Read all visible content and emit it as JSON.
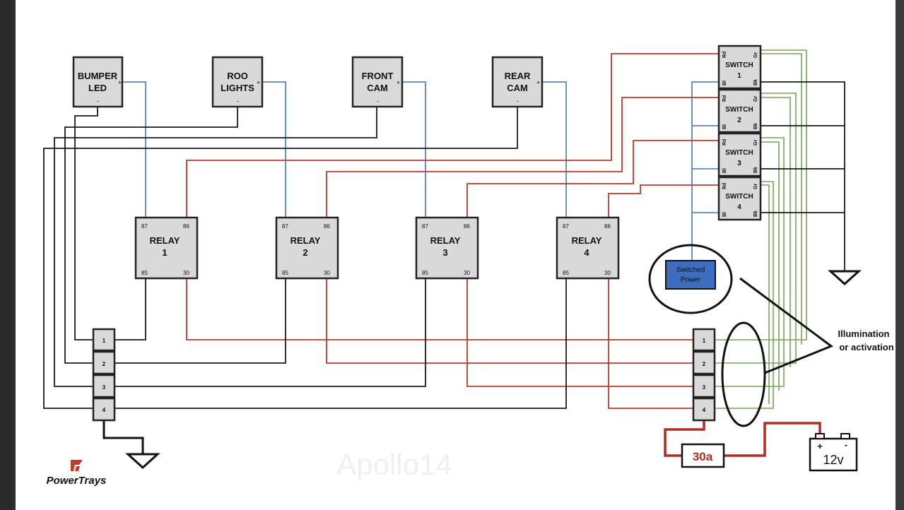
{
  "devices": [
    {
      "line1": "BUMPER",
      "line2": "LED",
      "plus": "+",
      "minus": "-"
    },
    {
      "line1": "ROO",
      "line2": "LIGHTS",
      "plus": "+",
      "minus": "-"
    },
    {
      "line1": "FRONT",
      "line2": "CAM",
      "plus": "+",
      "minus": "-"
    },
    {
      "line1": "REAR",
      "line2": "CAM",
      "plus": "+",
      "minus": "-"
    }
  ],
  "relays": [
    {
      "title": "RELAY",
      "num": "1",
      "p87": "87",
      "p86": "86",
      "p85": "85",
      "p30": "30"
    },
    {
      "title": "RELAY",
      "num": "2",
      "p87": "87",
      "p86": "86",
      "p85": "85",
      "p30": "30"
    },
    {
      "title": "RELAY",
      "num": "3",
      "p87": "87",
      "p86": "86",
      "p85": "85",
      "p30": "30"
    },
    {
      "title": "RELAY",
      "num": "4",
      "p87": "87",
      "p86": "86",
      "p85": "85",
      "p30": "30"
    }
  ],
  "switches": [
    {
      "title": "SWITCH",
      "num": "1",
      "rd": "Rd",
      "gr": "Gr",
      "bl": "Bl",
      "bk": "Bk"
    },
    {
      "title": "SWITCH",
      "num": "2",
      "rd": "Rd",
      "gr": "Gr",
      "bl": "Bl",
      "bk": "Bk"
    },
    {
      "title": "SWITCH",
      "num": "3",
      "rd": "Rd",
      "gr": "Gr",
      "bl": "Bl",
      "bk": "Bk"
    },
    {
      "title": "SWITCH",
      "num": "4",
      "rd": "Rd",
      "gr": "Gr",
      "bl": "Bl",
      "bk": "Bk"
    }
  ],
  "left_block": [
    "1",
    "2",
    "3",
    "4"
  ],
  "right_block": [
    "1",
    "2",
    "3",
    "4"
  ],
  "switched_power": {
    "line1": "Switched",
    "line2": "Power"
  },
  "annotation": {
    "line1": "Illumination",
    "line2": "or activation"
  },
  "fuse_label": "30a",
  "battery": {
    "plus": "+",
    "minus": "-",
    "label": "12v"
  },
  "logo_text": "PowerTrays",
  "watermark": "Apollo14",
  "colors": {
    "blue_wire": "#5b84c4",
    "red_wire": "#c0392b",
    "green_wire": "#7aa35a",
    "black_wire": "#1a1a1a",
    "switched_power_fill": "#3d6cc0",
    "fuse_red": "#b52a20",
    "logo_red": "#c0392b"
  }
}
